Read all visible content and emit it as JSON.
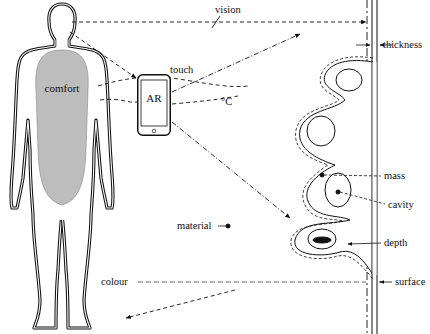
{
  "diagram": {
    "nodes": [
      {
        "text": [
          "comfort"
        ]
      },
      {
        "text": [
          "AR"
        ]
      }
    ],
    "labels": [
      "vision",
      "touch",
      "°C",
      "thickness",
      "mass",
      "cavity",
      "material",
      "depth",
      "colour",
      "surface"
    ]
  }
}
